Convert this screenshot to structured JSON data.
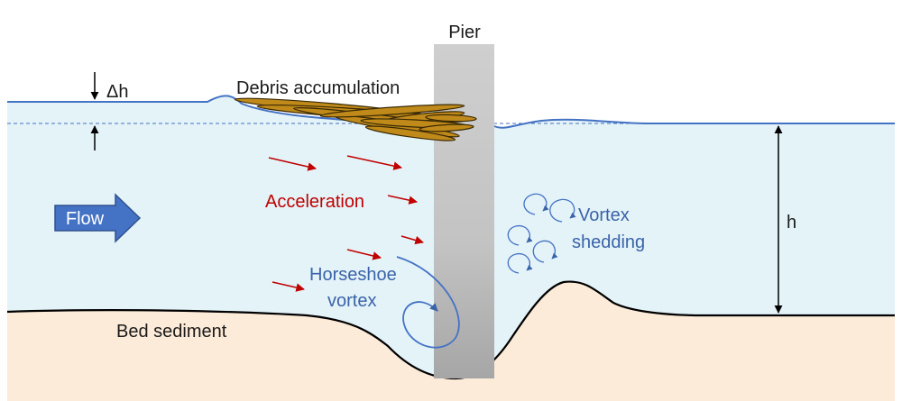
{
  "labels": {
    "pier": "Pier",
    "delta_h": "Δh",
    "debris": "Debris accumulation",
    "flow": "Flow",
    "acceleration": "Acceleration",
    "horseshoe_line1": "Horseshoe",
    "horseshoe_line2": "vortex",
    "vortex_line1": "Vortex",
    "vortex_line2": "shedding",
    "h": "h",
    "bed": "Bed sediment"
  },
  "colors": {
    "water": "#e4f3f8",
    "sediment": "#fdebd9",
    "water_surface": "#4472c4",
    "pier": "#c8c8c8",
    "debris": "#c08a1a",
    "acceleration": "#c00000",
    "vortex": "#3a63a8",
    "flow_arrow": "#4472c4",
    "text": "#1a1a1a"
  }
}
